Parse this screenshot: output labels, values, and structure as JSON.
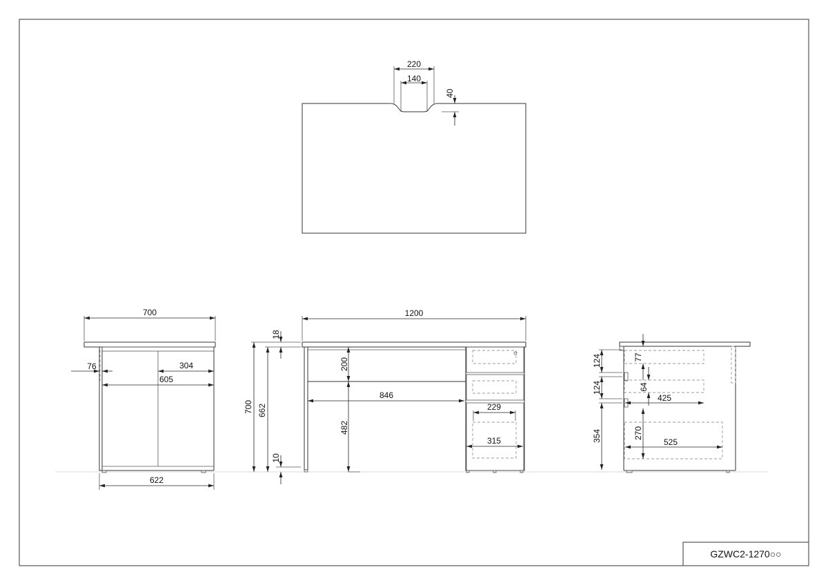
{
  "drawing": {
    "title_block": "GZWC2-1270○○",
    "top_view": {
      "notch_outer_width": "220",
      "notch_inner_width": "140",
      "notch_depth": "40"
    },
    "side_view_left": {
      "overall_depth": "700",
      "offset": "76",
      "door_width": "304",
      "inner_depth": "605",
      "base_depth": "622"
    },
    "height_dims": {
      "overall_height": "700",
      "leg_height": "662",
      "top_thickness": "18",
      "foot_height": "10"
    },
    "front_view": {
      "overall_width": "1200",
      "apron_height": "200",
      "knee_height": "482",
      "knee_width": "846",
      "drawer_inner_width": "229",
      "pedestal_width": "315"
    },
    "side_view_right": {
      "drawer1_height": "124",
      "drawer2_height": "124",
      "drawer3_height": "354",
      "dim_77": "77",
      "dim_64": "64",
      "drawer_depth": "425",
      "file_drawer_height": "270",
      "file_drawer_depth": "525"
    }
  }
}
